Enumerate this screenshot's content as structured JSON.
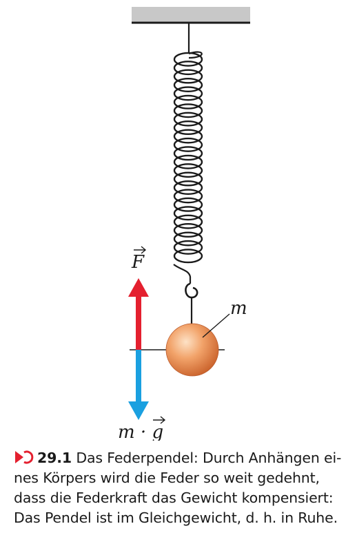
{
  "labels": {
    "mass": "m",
    "force": "F",
    "weight": "m · g"
  },
  "caption": {
    "icon": "play-circle-icon",
    "number": "29.1",
    "lines": [
      "Das Federpendel: Durch Anhängen ei-",
      "nes Körpers wird die Feder so weit gedehnt,",
      "dass die Federkraft das Gewicht kompensiert:",
      "Das Pendel ist im Gleichgewicht, d. h. in Ruhe."
    ]
  },
  "colors": {
    "force_arrow": "#e4202f",
    "weight_arrow": "#1aa0e0",
    "ceiling": "#c8c8c8",
    "ball": "#e9874a",
    "caption_icon": "#e4202f"
  }
}
